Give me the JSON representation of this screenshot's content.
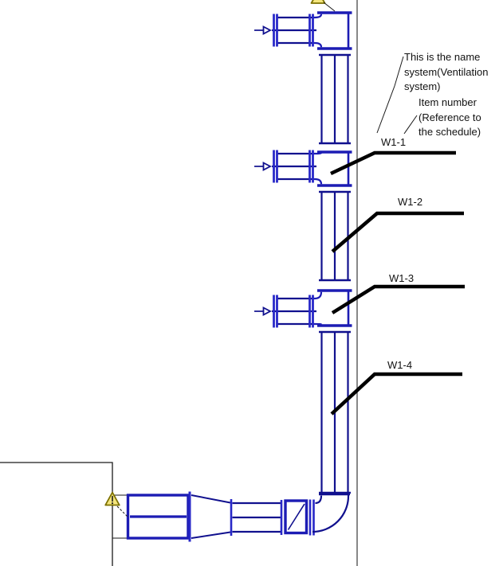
{
  "drawing": {
    "labels": {
      "w1_1": "W1-1",
      "w1_2": "W1-2",
      "w1_3": "W1-3",
      "w1_4": "W1-4"
    },
    "annotations": {
      "system_name": [
        "This is the name",
        "system(Ventilation",
        "system)"
      ],
      "item_number": [
        "Item number",
        "(Reference to",
        "the schedule)"
      ]
    },
    "colors": {
      "duct_blue": "#10108e",
      "fitting_blue": "#1c1cb4",
      "flange_blue": "#2828c8",
      "leader_black": "#000000",
      "wall_black": "#1a1a1a",
      "grid_gray": "#3a3a3a",
      "warning_fill": "#f4e57c",
      "warning_border": "#7d7100"
    }
  }
}
